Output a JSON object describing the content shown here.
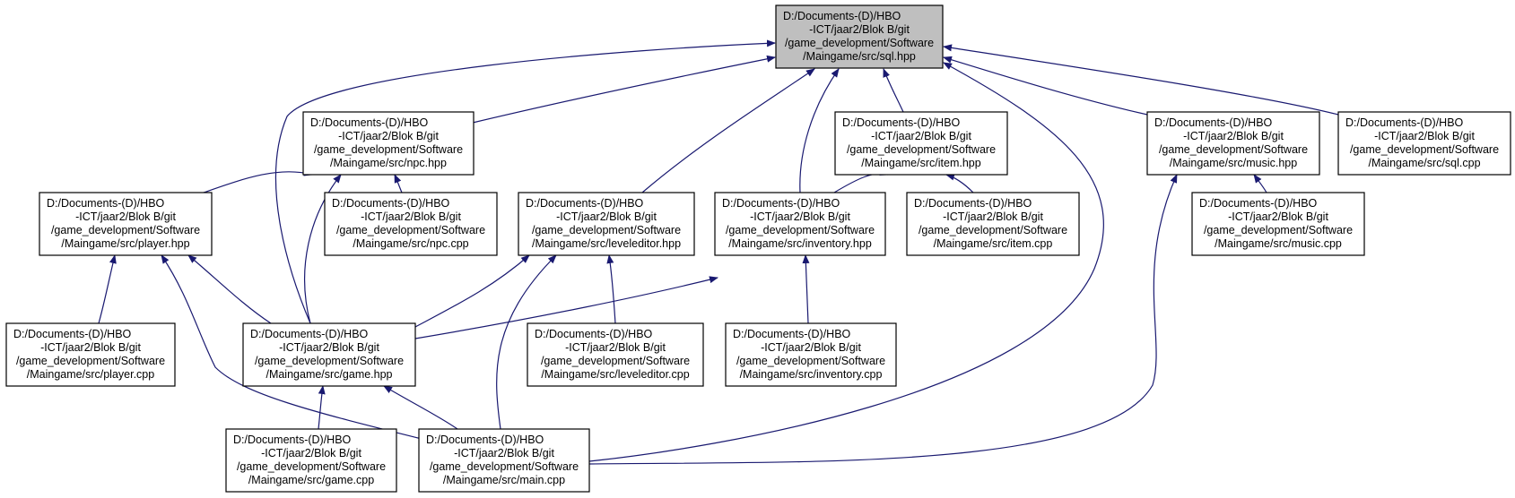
{
  "colors": {
    "edge": "#191970",
    "node_fill": "#ffffff",
    "node_highlight_fill": "#bfbfbf",
    "node_border": "#000000",
    "background": "#ffffff"
  },
  "nodes": [
    {
      "id": "sql_hpp",
      "highlight": true,
      "lines": [
        "D:/Documents-(D)/HBO",
        "-ICT/jaar2/Blok B/git",
        "/game_development/Software",
        "/Maingame/src/sql.hpp"
      ]
    },
    {
      "id": "npc_hpp",
      "lines": [
        "D:/Documents-(D)/HBO",
        "-ICT/jaar2/Blok B/git",
        "/game_development/Software",
        "/Maingame/src/npc.hpp"
      ]
    },
    {
      "id": "item_hpp",
      "lines": [
        "D:/Documents-(D)/HBO",
        "-ICT/jaar2/Blok B/git",
        "/game_development/Software",
        "/Maingame/src/item.hpp"
      ]
    },
    {
      "id": "music_hpp",
      "lines": [
        "D:/Documents-(D)/HBO",
        "-ICT/jaar2/Blok B/git",
        "/game_development/Software",
        "/Maingame/src/music.hpp"
      ]
    },
    {
      "id": "sql_cpp",
      "lines": [
        "D:/Documents-(D)/HBO",
        "-ICT/jaar2/Blok B/git",
        "/game_development/Software",
        "/Maingame/src/sql.cpp"
      ]
    },
    {
      "id": "player_hpp",
      "lines": [
        "D:/Documents-(D)/HBO",
        "-ICT/jaar2/Blok B/git",
        "/game_development/Software",
        "/Maingame/src/player.hpp"
      ]
    },
    {
      "id": "npc_cpp",
      "lines": [
        "D:/Documents-(D)/HBO",
        "-ICT/jaar2/Blok B/git",
        "/game_development/Software",
        "/Maingame/src/npc.cpp"
      ]
    },
    {
      "id": "leveleditor_hpp",
      "lines": [
        "D:/Documents-(D)/HBO",
        "-ICT/jaar2/Blok B/git",
        "/game_development/Software",
        "/Maingame/src/leveleditor.hpp"
      ]
    },
    {
      "id": "inventory_hpp",
      "lines": [
        "D:/Documents-(D)/HBO",
        "-ICT/jaar2/Blok B/git",
        "/game_development/Software",
        "/Maingame/src/inventory.hpp"
      ]
    },
    {
      "id": "item_cpp",
      "lines": [
        "D:/Documents-(D)/HBO",
        "-ICT/jaar2/Blok B/git",
        "/game_development/Software",
        "/Maingame/src/item.cpp"
      ]
    },
    {
      "id": "music_cpp",
      "lines": [
        "D:/Documents-(D)/HBO",
        "-ICT/jaar2/Blok B/git",
        "/game_development/Software",
        "/Maingame/src/music.cpp"
      ]
    },
    {
      "id": "player_cpp",
      "lines": [
        "D:/Documents-(D)/HBO",
        "-ICT/jaar2/Blok B/git",
        "/game_development/Software",
        "/Maingame/src/player.cpp"
      ]
    },
    {
      "id": "game_hpp",
      "lines": [
        "D:/Documents-(D)/HBO",
        "-ICT/jaar2/Blok B/git",
        "/game_development/Software",
        "/Maingame/src/game.hpp"
      ]
    },
    {
      "id": "leveleditor_cpp",
      "lines": [
        "D:/Documents-(D)/HBO",
        "-ICT/jaar2/Blok B/git",
        "/game_development/Software",
        "/Maingame/src/leveleditor.cpp"
      ]
    },
    {
      "id": "inventory_cpp",
      "lines": [
        "D:/Documents-(D)/HBO",
        "-ICT/jaar2/Blok B/git",
        "/game_development/Software",
        "/Maingame/src/inventory.cpp"
      ]
    },
    {
      "id": "game_cpp",
      "lines": [
        "D:/Documents-(D)/HBO",
        "-ICT/jaar2/Blok B/git",
        "/game_development/Software",
        "/Maingame/src/game.cpp"
      ]
    },
    {
      "id": "main_cpp",
      "lines": [
        "D:/Documents-(D)/HBO",
        "-ICT/jaar2/Blok B/git",
        "/game_development/Software",
        "/Maingame/src/main.cpp"
      ]
    }
  ],
  "edges": [
    {
      "from": "npc_hpp",
      "to": "sql_hpp"
    },
    {
      "from": "game_hpp",
      "to": "sql_hpp"
    },
    {
      "from": "leveleditor_hpp",
      "to": "sql_hpp"
    },
    {
      "from": "inventory_hpp",
      "to": "sql_hpp"
    },
    {
      "from": "item_hpp",
      "to": "sql_hpp"
    },
    {
      "from": "main_cpp",
      "to": "sql_hpp"
    },
    {
      "from": "music_hpp",
      "to": "sql_hpp"
    },
    {
      "from": "sql_cpp",
      "to": "sql_hpp"
    },
    {
      "from": "player_hpp",
      "to": "npc_hpp"
    },
    {
      "from": "game_hpp",
      "to": "npc_hpp"
    },
    {
      "from": "npc_cpp",
      "to": "npc_hpp"
    },
    {
      "from": "inventory_hpp",
      "to": "item_hpp"
    },
    {
      "from": "item_cpp",
      "to": "item_hpp"
    },
    {
      "from": "main_cpp",
      "to": "music_hpp"
    },
    {
      "from": "music_cpp",
      "to": "music_hpp"
    },
    {
      "from": "player_cpp",
      "to": "player_hpp"
    },
    {
      "from": "game_hpp",
      "to": "player_hpp"
    },
    {
      "from": "main_cpp",
      "to": "player_hpp"
    },
    {
      "from": "game_hpp",
      "to": "leveleditor_hpp"
    },
    {
      "from": "main_cpp",
      "to": "leveleditor_hpp"
    },
    {
      "from": "leveleditor_cpp",
      "to": "leveleditor_hpp"
    },
    {
      "from": "game_hpp",
      "to": "inventory_hpp"
    },
    {
      "from": "inventory_cpp",
      "to": "inventory_hpp"
    },
    {
      "from": "game_cpp",
      "to": "game_hpp"
    },
    {
      "from": "main_cpp",
      "to": "game_hpp"
    }
  ]
}
